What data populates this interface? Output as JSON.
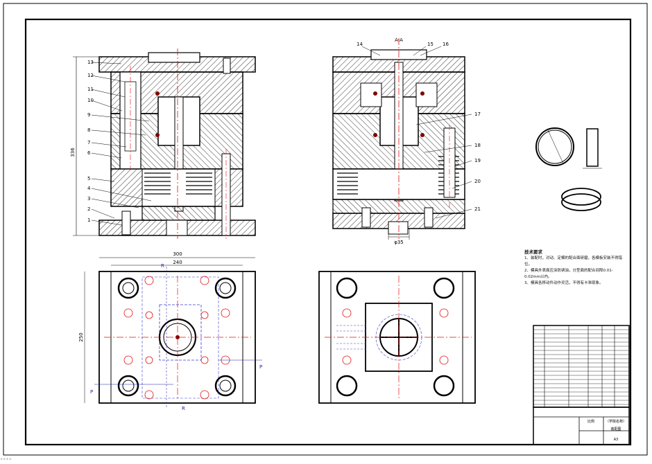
{
  "drawing": {
    "section_label": "A-A",
    "dim_total_height": "336",
    "dim_plate_width": "300",
    "dim_inner_width": "240",
    "dim_plate_height": "250",
    "dim_bottom_bore": "φ35",
    "section_marker_r": "R",
    "section_marker_p": "P",
    "part_numbers_left": [
      "13",
      "12",
      "11",
      "10",
      "9",
      "8",
      "7",
      "6",
      "5",
      "4",
      "3",
      "2",
      "1"
    ],
    "part_numbers_right": [
      "14",
      "15",
      "16",
      "17",
      "18",
      "19",
      "20",
      "21"
    ],
    "tech_notes_title": "技术要求",
    "tech_notes": [
      "1、装配时，对动、定模的配合面研磨，各模板安装不得错位。",
      "2、模具外表面应涂防锈油，分型面的配合间隙0.01-0.02mm以内。",
      "3、模具各移动件动作灵活，不得有卡滞现象。"
    ],
    "title_block": {
      "drawing_title": "（学院名称）",
      "sheet_name": "装配图",
      "scale_label": "比例",
      "sheet_size": "A3"
    },
    "footer_mark": "****"
  },
  "colors": {
    "line": "#000000",
    "center_line": "#e01010",
    "dimension": "#1a1aa6",
    "hidden_line": "#3a3ad0"
  }
}
